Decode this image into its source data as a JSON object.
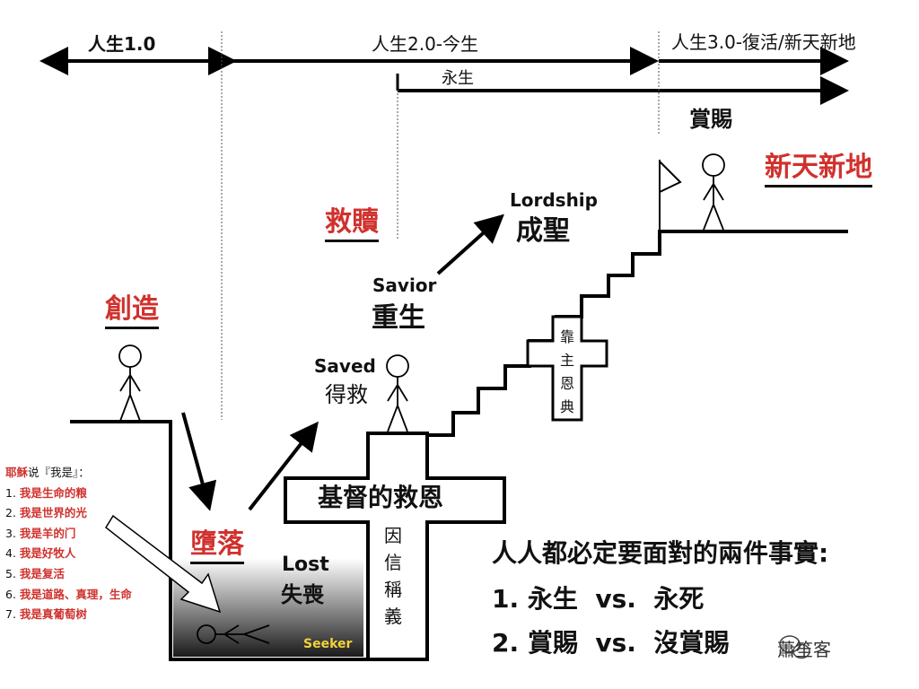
{
  "timeline": {
    "life1": "人生1.0",
    "life2": "人生2.0-今生",
    "life3": "人生3.0-復活/新天新地",
    "eternal": "永生"
  },
  "labels": {
    "reward": "賞賜",
    "new_heaven_earth": "新天新地",
    "redemption": "救贖",
    "creation": "創造",
    "fall": "墮落",
    "lordship": "Lordship",
    "sanctification": "成聖",
    "savior": "Savior",
    "rebirth": "重生",
    "saved": "Saved",
    "saved_cn": "得救",
    "lost": "Lost",
    "lost_cn": "失喪",
    "seeker": "Seeker",
    "grace_of_christ": "基督的救恩",
    "justified_by_faith": [
      "因",
      "信",
      "稱",
      "義"
    ],
    "by_lords_grace": [
      "靠",
      "主",
      "恩",
      "典"
    ]
  },
  "verses": {
    "title_prefix": "耶稣",
    "title_suffix": "说『我是』：",
    "items": [
      {
        "num": "1.",
        "text": "我是生命的粮"
      },
      {
        "num": "2.",
        "text": "我是世界的光"
      },
      {
        "num": "3.",
        "text": "我是羊的门"
      },
      {
        "num": "4.",
        "text": "我是好牧人"
      },
      {
        "num": "5.",
        "text": "我是复活"
      },
      {
        "num": "6.",
        "text": "我是道路、真理，生命"
      },
      {
        "num": "7.",
        "text": "我是真葡萄树"
      }
    ]
  },
  "facts": {
    "heading": "人人都必定要面對的兩件事實:",
    "line1": "1. 永生  vs.  永死",
    "line2": "2. 賞賜  vs.  沒賞賜"
  },
  "watermark": "蕭笙客"
}
